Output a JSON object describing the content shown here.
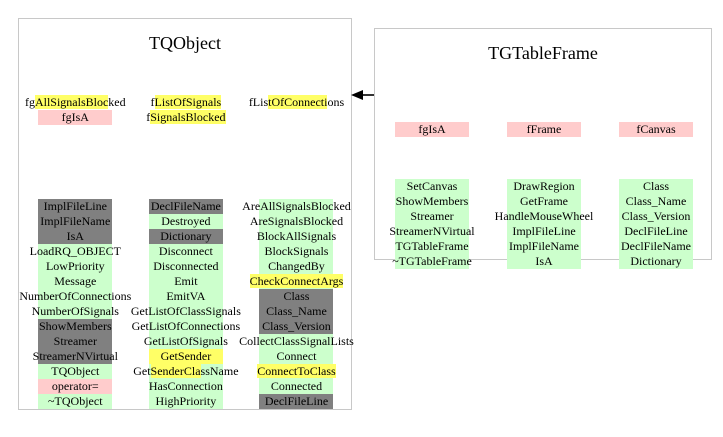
{
  "colors": {
    "panel_border": "#c8c8c8",
    "background": "#ffffff",
    "green": "#ccffcc",
    "yellow": "#ffff66",
    "gray": "#808080",
    "pink": "#ffcccc",
    "text": "#000000",
    "arrow": "#000000"
  },
  "classes": [
    {
      "name": "TQObject",
      "fields": [
        [
          {
            "text": "fgAllSignalsBlocked",
            "bg": "none",
            "hl": [
              2,
              16
            ]
          },
          {
            "text": "fgIsA",
            "bg": "pink",
            "hl": null
          }
        ],
        [
          {
            "text": "fListOfSignals",
            "bg": "none",
            "hl": [
              1,
              14
            ]
          },
          {
            "text": "fSignalsBlocked",
            "bg": "none",
            "hl": [
              1,
              15
            ]
          }
        ],
        [
          {
            "text": "fListOfConnections",
            "bg": "none",
            "hl": [
              4,
              15
            ]
          }
        ]
      ],
      "methods": [
        [
          {
            "text": "ImplFileLine",
            "bg": "gray",
            "hl": null
          },
          {
            "text": "ImplFileName",
            "bg": "gray",
            "hl": null
          },
          {
            "text": "IsA",
            "bg": "gray",
            "hl": null
          },
          {
            "text": "LoadRQ_OBJECT",
            "bg": "green",
            "hl": null
          },
          {
            "text": "LowPriority",
            "bg": "green",
            "hl": null
          },
          {
            "text": "Message",
            "bg": "green",
            "hl": null
          },
          {
            "text": "NumberOfConnections",
            "bg": "green",
            "hl": null
          },
          {
            "text": "NumberOfSignals",
            "bg": "green",
            "hl": null
          },
          {
            "text": "ShowMembers",
            "bg": "gray",
            "hl": null
          },
          {
            "text": "Streamer",
            "bg": "gray",
            "hl": null
          },
          {
            "text": "StreamerNVirtual",
            "bg": "gray",
            "hl": null
          },
          {
            "text": "TQObject",
            "bg": "green",
            "hl": null
          },
          {
            "text": "operator=",
            "bg": "pink",
            "hl": null
          },
          {
            "text": "~TQObject",
            "bg": "green",
            "hl": null
          }
        ],
        [
          {
            "text": "DeclFileName",
            "bg": "gray",
            "hl": null
          },
          {
            "text": "Destroyed",
            "bg": "green",
            "hl": null
          },
          {
            "text": "Dictionary",
            "bg": "gray",
            "hl": null
          },
          {
            "text": "Disconnect",
            "bg": "green",
            "hl": null
          },
          {
            "text": "Disconnected",
            "bg": "green",
            "hl": null
          },
          {
            "text": "Emit",
            "bg": "green",
            "hl": null
          },
          {
            "text": "EmitVA",
            "bg": "green",
            "hl": null
          },
          {
            "text": "GetListOfClassSignals",
            "bg": "green",
            "hl": null
          },
          {
            "text": "GetListOfConnections",
            "bg": "green",
            "hl": null
          },
          {
            "text": "GetListOfSignals",
            "bg": "green",
            "hl": null
          },
          {
            "text": "GetSender",
            "bg": "yellow",
            "hl": null
          },
          {
            "text": "GetSenderClassName",
            "bg": "green",
            "hl": [
              3,
              12
            ]
          },
          {
            "text": "HasConnection",
            "bg": "green",
            "hl": null
          },
          {
            "text": "HighPriority",
            "bg": "green",
            "hl": null
          }
        ],
        [
          {
            "text": "AreAllSignalsBlocked",
            "bg": "green",
            "hl": null
          },
          {
            "text": "AreSignalsBlocked",
            "bg": "green",
            "hl": null
          },
          {
            "text": "BlockAllSignals",
            "bg": "green",
            "hl": null
          },
          {
            "text": "BlockSignals",
            "bg": "green",
            "hl": null
          },
          {
            "text": "ChangedBy",
            "bg": "green",
            "hl": null
          },
          {
            "text": "CheckConnectArgs",
            "bg": "green",
            "hl": [
              0,
              16
            ]
          },
          {
            "text": "Class",
            "bg": "gray",
            "hl": null
          },
          {
            "text": "Class_Name",
            "bg": "gray",
            "hl": null
          },
          {
            "text": "Class_Version",
            "bg": "gray",
            "hl": null
          },
          {
            "text": "CollectClassSignalLists",
            "bg": "green",
            "hl": null
          },
          {
            "text": "Connect",
            "bg": "green",
            "hl": null
          },
          {
            "text": "ConnectToClass",
            "bg": "green",
            "hl": [
              0,
              14
            ]
          },
          {
            "text": "Connected",
            "bg": "green",
            "hl": null
          },
          {
            "text": "DeclFileLine",
            "bg": "gray",
            "hl": null
          }
        ]
      ]
    },
    {
      "name": "TGTableFrame",
      "fields": [
        [
          {
            "text": "fgIsA",
            "bg": "pink",
            "hl": null
          }
        ],
        [
          {
            "text": "fFrame",
            "bg": "pink",
            "hl": null
          }
        ],
        [
          {
            "text": "fCanvas",
            "bg": "pink",
            "hl": null
          }
        ]
      ],
      "methods": [
        [
          {
            "text": "SetCanvas",
            "bg": "green",
            "hl": null
          },
          {
            "text": "ShowMembers",
            "bg": "green",
            "hl": null
          },
          {
            "text": "Streamer",
            "bg": "green",
            "hl": null
          },
          {
            "text": "StreamerNVirtual",
            "bg": "green",
            "hl": null
          },
          {
            "text": "TGTableFrame",
            "bg": "green",
            "hl": null
          },
          {
            "text": "~TGTableFrame",
            "bg": "green",
            "hl": null
          }
        ],
        [
          {
            "text": "DrawRegion",
            "bg": "green",
            "hl": null
          },
          {
            "text": "GetFrame",
            "bg": "green",
            "hl": null
          },
          {
            "text": "HandleMouseWheel",
            "bg": "green",
            "hl": null
          },
          {
            "text": "ImplFileLine",
            "bg": "green",
            "hl": null
          },
          {
            "text": "ImplFileName",
            "bg": "green",
            "hl": null
          },
          {
            "text": "IsA",
            "bg": "green",
            "hl": null
          }
        ],
        [
          {
            "text": "Class",
            "bg": "green",
            "hl": null
          },
          {
            "text": "Class_Name",
            "bg": "green",
            "hl": null
          },
          {
            "text": "Class_Version",
            "bg": "green",
            "hl": null
          },
          {
            "text": "DeclFileLine",
            "bg": "green",
            "hl": null
          },
          {
            "text": "DeclFileName",
            "bg": "green",
            "hl": null
          },
          {
            "text": "Dictionary",
            "bg": "green",
            "hl": null
          }
        ]
      ]
    }
  ],
  "arrow": {
    "name": "inheritance-arrow",
    "direction": "left"
  }
}
